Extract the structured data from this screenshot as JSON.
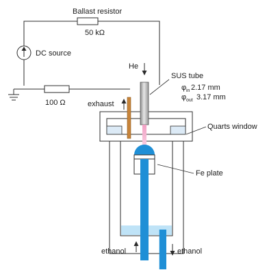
{
  "labels": {
    "ballast": "Ballast resistor",
    "r_ballast": "50 kΩ",
    "dc_source": "DC source",
    "r_small": "100 Ω",
    "exhaust": "exhaust",
    "he": "He",
    "sus_tube": "SUS tube",
    "phi_in_sym": "φ",
    "phi_in_sub": "in",
    "phi_in_val": " 2.17 mm",
    "phi_out_sym": "φ",
    "phi_out_sub": "out",
    "phi_out_val": "3.17 mm",
    "window": "Quarts window",
    "fe_plate": "Fe plate",
    "ethanol_in": "ethanol",
    "ethanol_out": "ethanol"
  },
  "colors": {
    "line": "#2b2b2b",
    "water": "#1f8fd6",
    "water_light": "#bfe3f7",
    "tube": "#b9b9b9",
    "plasma": "#f4a6c6",
    "exhaust": "#c8843a",
    "window": "#dceaf6"
  },
  "icons": {
    "source": "dc-source-icon",
    "ground": "ground-icon",
    "resistor": "resistor-icon"
  }
}
